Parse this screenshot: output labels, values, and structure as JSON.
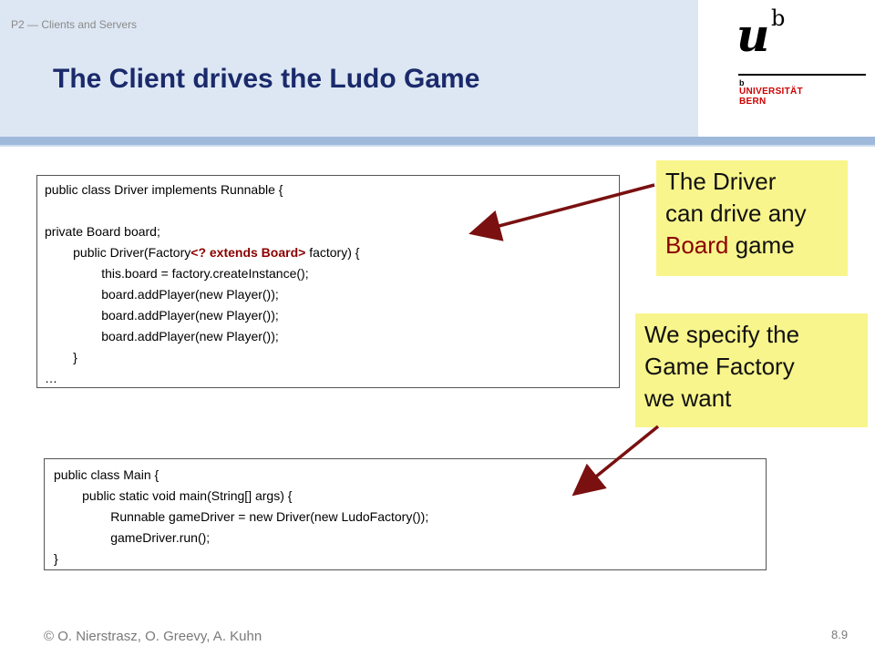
{
  "header": {
    "subtitle": "P2 — Clients and Servers",
    "title": "The Client drives the Ludo Game"
  },
  "logo": {
    "mark_u": "u",
    "mark_b": "b",
    "small_b": "b",
    "line1": "UNIVERSITÄT",
    "line2": "BERN"
  },
  "code_driver": {
    "lines": [
      {
        "pre": "public class Driver implements Runnable {",
        "hl": "",
        "post": ""
      },
      {
        "pre": "",
        "hl": "",
        "post": ""
      },
      {
        "pre": "private Board board;",
        "hl": "",
        "post": ""
      },
      {
        "pre": "        public Driver(Factory",
        "hl": "<? extends Board>",
        "post": " factory) {"
      },
      {
        "pre": "                this.board = factory.createInstance();",
        "hl": "",
        "post": ""
      },
      {
        "pre": "                board.addPlayer(new Player());",
        "hl": "",
        "post": ""
      },
      {
        "pre": "                board.addPlayer(new Player());",
        "hl": "",
        "post": ""
      },
      {
        "pre": "                board.addPlayer(new Player());",
        "hl": "",
        "post": ""
      },
      {
        "pre": "        }",
        "hl": "",
        "post": ""
      },
      {
        "pre": "…",
        "hl": "",
        "post": ""
      }
    ]
  },
  "code_main": {
    "lines": [
      "public class Main {",
      "        public static void main(String[] args) {",
      "                Runnable gameDriver = new Driver(new LudoFactory());",
      "                gameDriver.run();",
      "}"
    ]
  },
  "callout_driver": {
    "line1": "The Driver",
    "line2": "can drive any",
    "line3_accent": "Board",
    "line3_rest": " game"
  },
  "callout_factory": {
    "line1": "We specify the",
    "line2": "Game Factory",
    "line3": "we want"
  },
  "colors": {
    "title": "#1a2a6b",
    "accent": "#8b0000",
    "callout_bg": "#f8f58c",
    "header_bg": "#dde7f3",
    "stripe": "#9fb9db",
    "arrow": "#7a1010"
  },
  "footer": {
    "credits": "© O. Nierstrasz, O. Greevy, A. Kuhn",
    "page": "8.9"
  }
}
